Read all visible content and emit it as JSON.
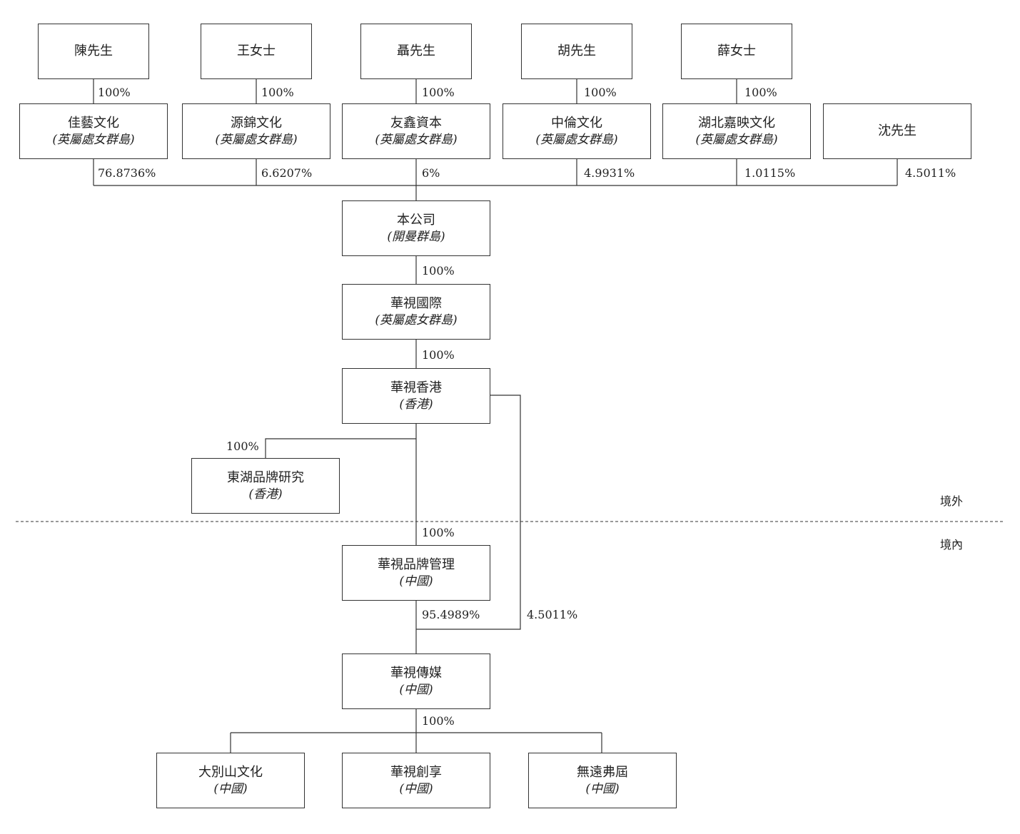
{
  "shareholders": [
    {
      "name": "陳先生"
    },
    {
      "name": "王女士"
    },
    {
      "name": "聶先生"
    },
    {
      "name": "胡先生"
    },
    {
      "name": "薛女士"
    }
  ],
  "holding_entities": [
    {
      "name": "佳藝文化",
      "jurisdiction": "(英屬處女群島)",
      "owner_pct": "100%",
      "stake_in_company": "76.8736%"
    },
    {
      "name": "源錦文化",
      "jurisdiction": "(英屬處女群島)",
      "owner_pct": "100%",
      "stake_in_company": "6.6207%"
    },
    {
      "name": "友鑫資本",
      "jurisdiction": "(英屬處女群島)",
      "owner_pct": "100%",
      "stake_in_company": "6%"
    },
    {
      "name": "中倫文化",
      "jurisdiction": "(英屬處女群島)",
      "owner_pct": "100%",
      "stake_in_company": "4.9931%"
    },
    {
      "name": "湖北嘉映文化",
      "jurisdiction": "(英屬處女群島)",
      "owner_pct": "100%",
      "stake_in_company": "1.0115%"
    },
    {
      "name": "沈先生",
      "jurisdiction": "",
      "owner_pct": "",
      "stake_in_company": "4.5011%"
    }
  ],
  "company": {
    "name": "本公司",
    "jurisdiction": "(開曼群島)"
  },
  "hk_intl": {
    "name": "華視國際",
    "jurisdiction": "(英屬處女群島)",
    "pct": "100%"
  },
  "hk": {
    "name": "華視香港",
    "jurisdiction": "(香港)",
    "pct": "100%"
  },
  "east_lake": {
    "name": "東湖品牌研究",
    "jurisdiction": "(香港)",
    "pct": "100%"
  },
  "brand_mgmt": {
    "name": "華視品牌管理",
    "jurisdiction": "(中國)",
    "pct": "100%"
  },
  "media": {
    "name": "華視傳媒",
    "jurisdiction": "(中國)",
    "pct_from_brand": "95.4989%",
    "pct_from_hk": "4.5011%"
  },
  "subsidiaries_pct": "100%",
  "subsidiaries": [
    {
      "name": "大別山文化",
      "jurisdiction": "(中國)"
    },
    {
      "name": "華視創享",
      "jurisdiction": "(中國)"
    },
    {
      "name": "無遠弗屆",
      "jurisdiction": "(中國)"
    }
  ],
  "regions": {
    "offshore": "境外",
    "onshore": "境內"
  },
  "colors": {
    "line": "#333333",
    "text": "#222222"
  }
}
